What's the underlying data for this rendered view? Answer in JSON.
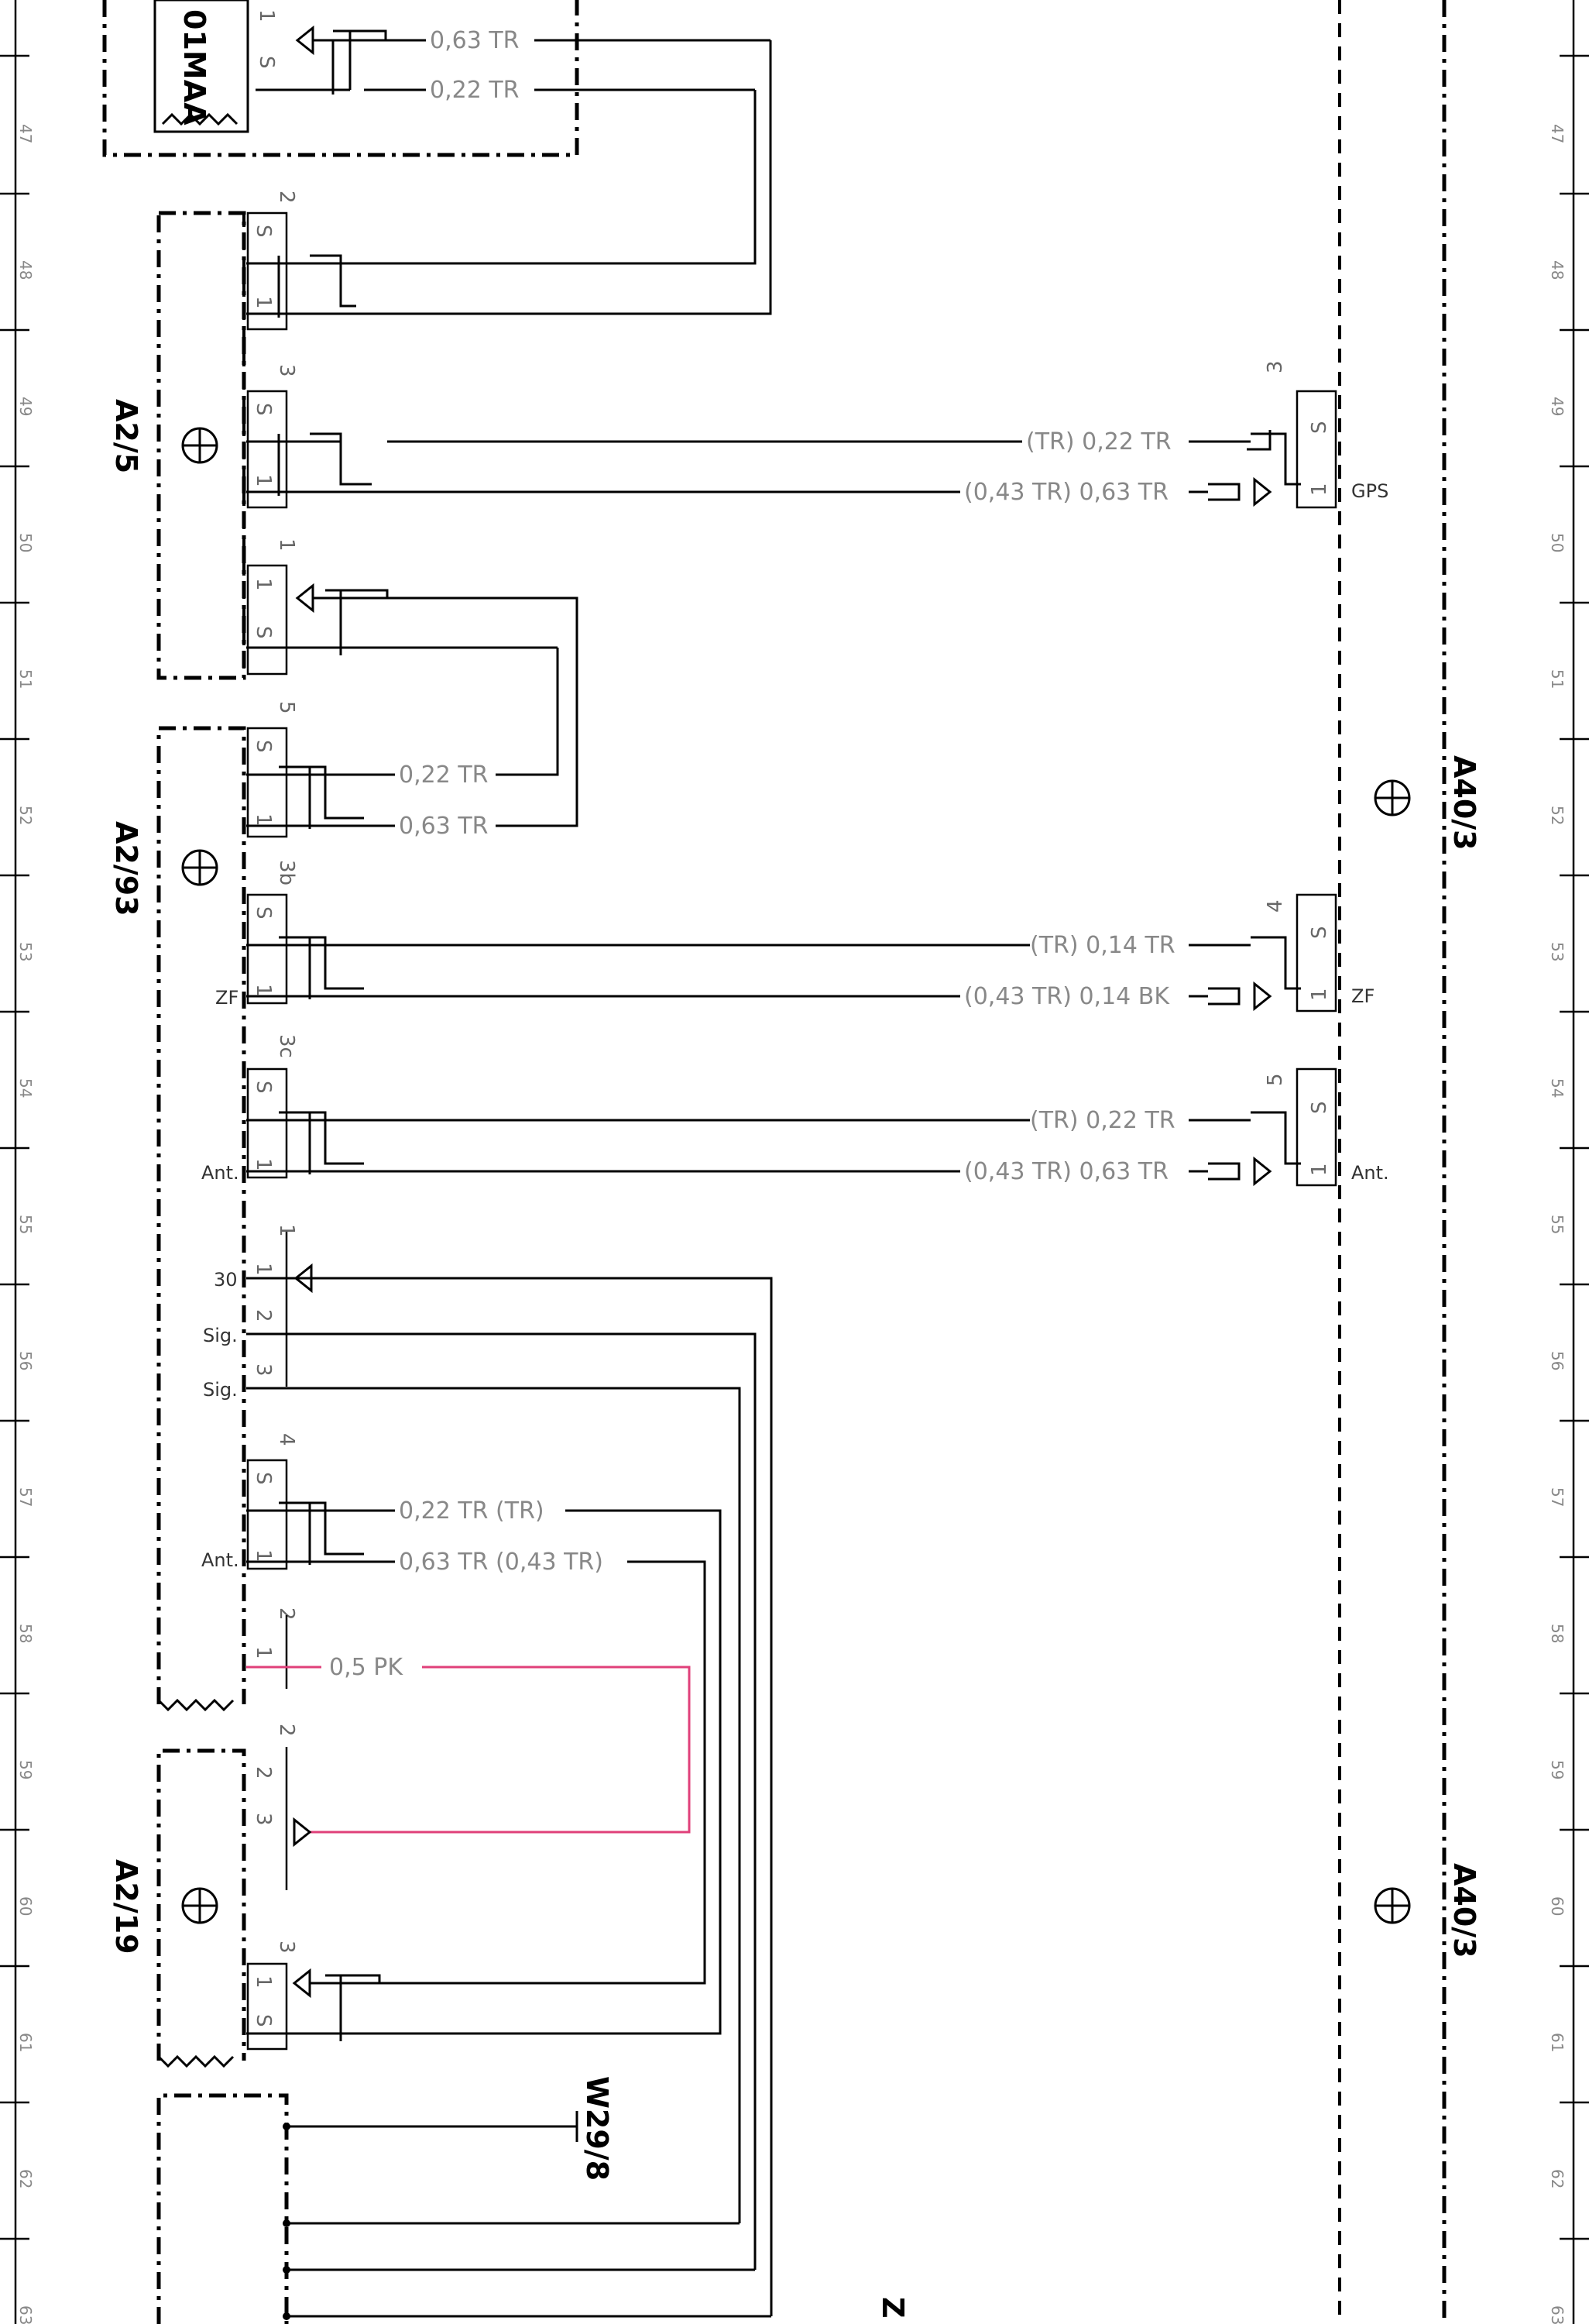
{
  "rows": [
    "47",
    "48",
    "49",
    "50",
    "51",
    "52",
    "53",
    "54",
    "55",
    "56",
    "57",
    "58",
    "59",
    "60",
    "61",
    "62",
    "63"
  ],
  "components": {
    "top": "01MAA",
    "a2_5": "A2/5",
    "a2_93": "A2/93",
    "a2_19": "A2/19",
    "a40_3_upper": "A40/3",
    "a40_3_lower": "A40/3",
    "w29_8": "W29/8",
    "z_partial": "Z"
  },
  "wires": {
    "top_1": "0,63  TR",
    "top_2": "0,22  TR",
    "gps_s": "(TR)  0,22  TR",
    "gps_1": "(0,43  TR)  0,63  TR",
    "mid_s": "0,22  TR",
    "mid_1": "0,63  TR",
    "zf_s": "(TR)  0,14  TR",
    "zf_1": "(0,43  TR)  0,14  BK",
    "ant_s": "(TR)  0,22  TR",
    "ant_1": "(0,43  TR)  0,63  TR",
    "ant2_s": "0,22  TR  (TR)",
    "ant2_1": "0,63  TR  (0,43  TR)",
    "pk": "0,5  PK"
  },
  "pins": {
    "connector_numbers": [
      "2",
      "3",
      "1",
      "5",
      "3b",
      "3c",
      "1",
      "4",
      "2",
      "2",
      "3",
      "3",
      "4",
      "5"
    ],
    "left_labels": {
      "zf": "ZF",
      "ant1": "Ant.",
      "p30": "30",
      "sig1": "Sig.",
      "sig2": "Sig.",
      "ant2": "Ant."
    },
    "right_labels": {
      "gps": "GPS",
      "zf": "ZF",
      "ant": "Ant."
    },
    "s": "S",
    "one": "1",
    "two": "2",
    "three": "3"
  },
  "colors": {
    "wire": "#000000",
    "pink_wire": "#e0407a",
    "label": "#888888"
  }
}
